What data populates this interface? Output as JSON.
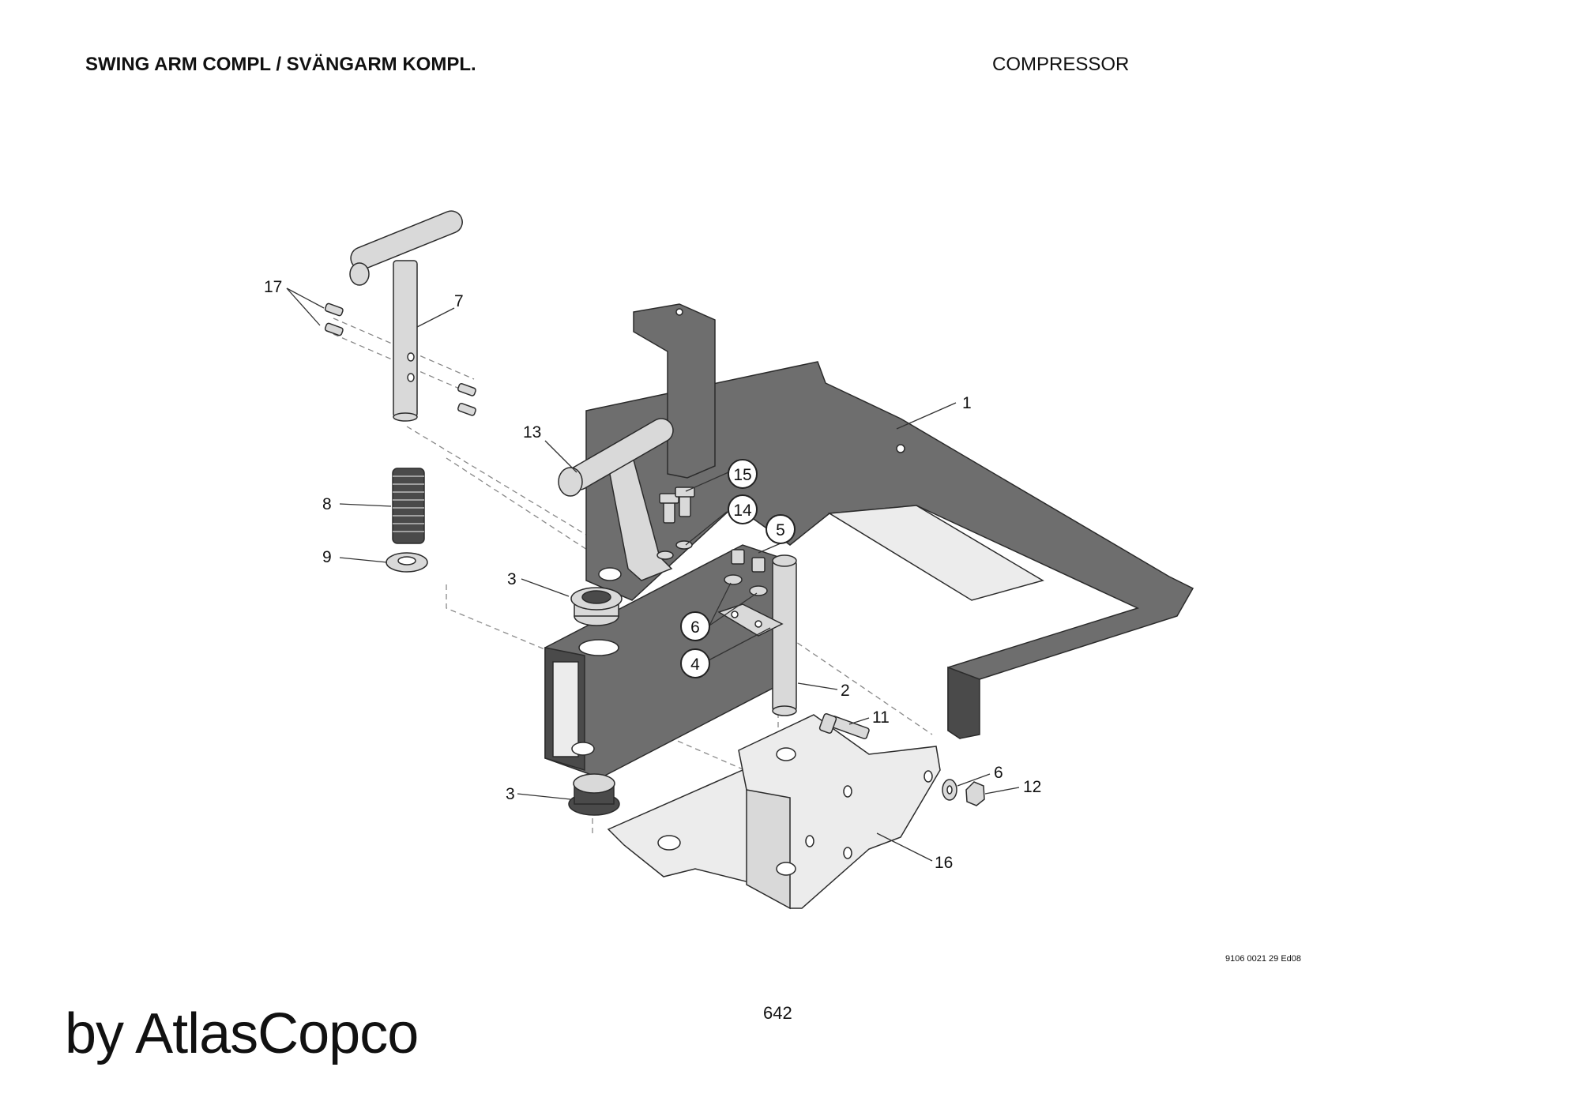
{
  "header": {
    "title": "SWING ARM COMPL / SVÄNGARM KOMPL.",
    "section": "COMPRESSOR"
  },
  "footer": {
    "doc_number": "9106 0021 29 Ed08",
    "page_number": "642",
    "brand": "by AtlasCopco"
  },
  "callouts": {
    "c1": "1",
    "c2": "2",
    "c3a": "3",
    "c3b": "3",
    "c4": "4",
    "c5": "5",
    "c6a": "6",
    "c6b": "6",
    "c7": "7",
    "c8": "8",
    "c9": "9",
    "c11": "11",
    "c12": "12",
    "c13": "13",
    "c14": "14",
    "c15": "15",
    "c16": "16",
    "c17": "17"
  }
}
